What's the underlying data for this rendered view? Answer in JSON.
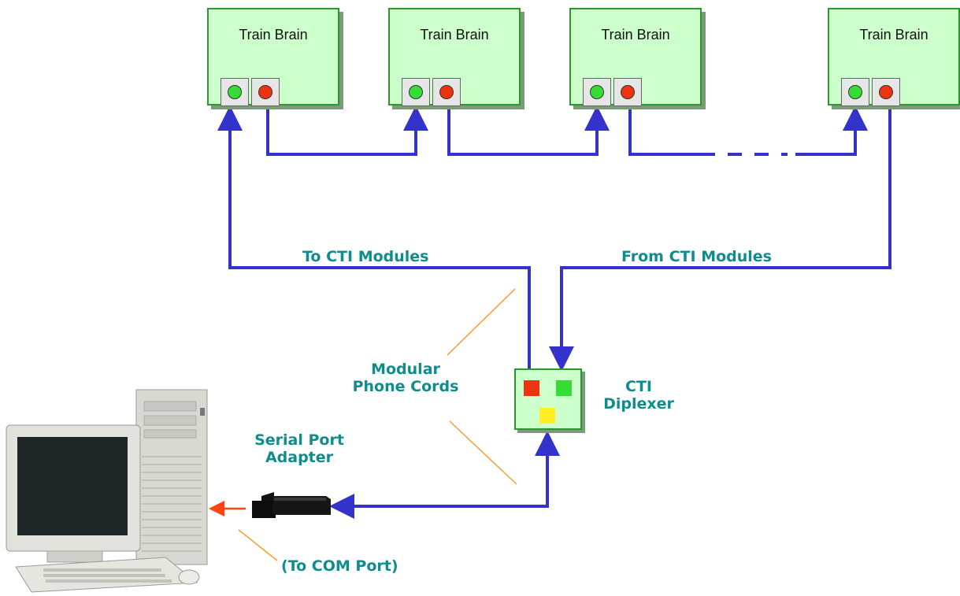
{
  "modules": [
    {
      "title": "Train Brain"
    },
    {
      "title": "Train Brain"
    },
    {
      "title": "Train Brain"
    },
    {
      "title": "Train Brain"
    }
  ],
  "labels": {
    "to_cti": "To CTI Modules",
    "from_cti": "From CTI Modules",
    "modular_line1": "Modular",
    "modular_line2": "Phone Cords",
    "cti_line1": "CTI",
    "cti_line2": "Diplexer",
    "serial_line1": "Serial Port",
    "serial_line2": "Adapter",
    "com_port": "(To COM Port)"
  },
  "colors": {
    "wire": "#3333cc",
    "label": "#0f8d8d",
    "callout": "#ff9933",
    "module_fill": "#ccffcc",
    "module_border": "#2a9b2a",
    "led_green": "#33dd33",
    "led_red": "#ee3311",
    "led_yellow": "#ffee22",
    "com_arrow": "#ff4411"
  },
  "icons": {
    "computer": "desktop-computer-icon",
    "adapter": "serial-port-adapter-icon"
  }
}
